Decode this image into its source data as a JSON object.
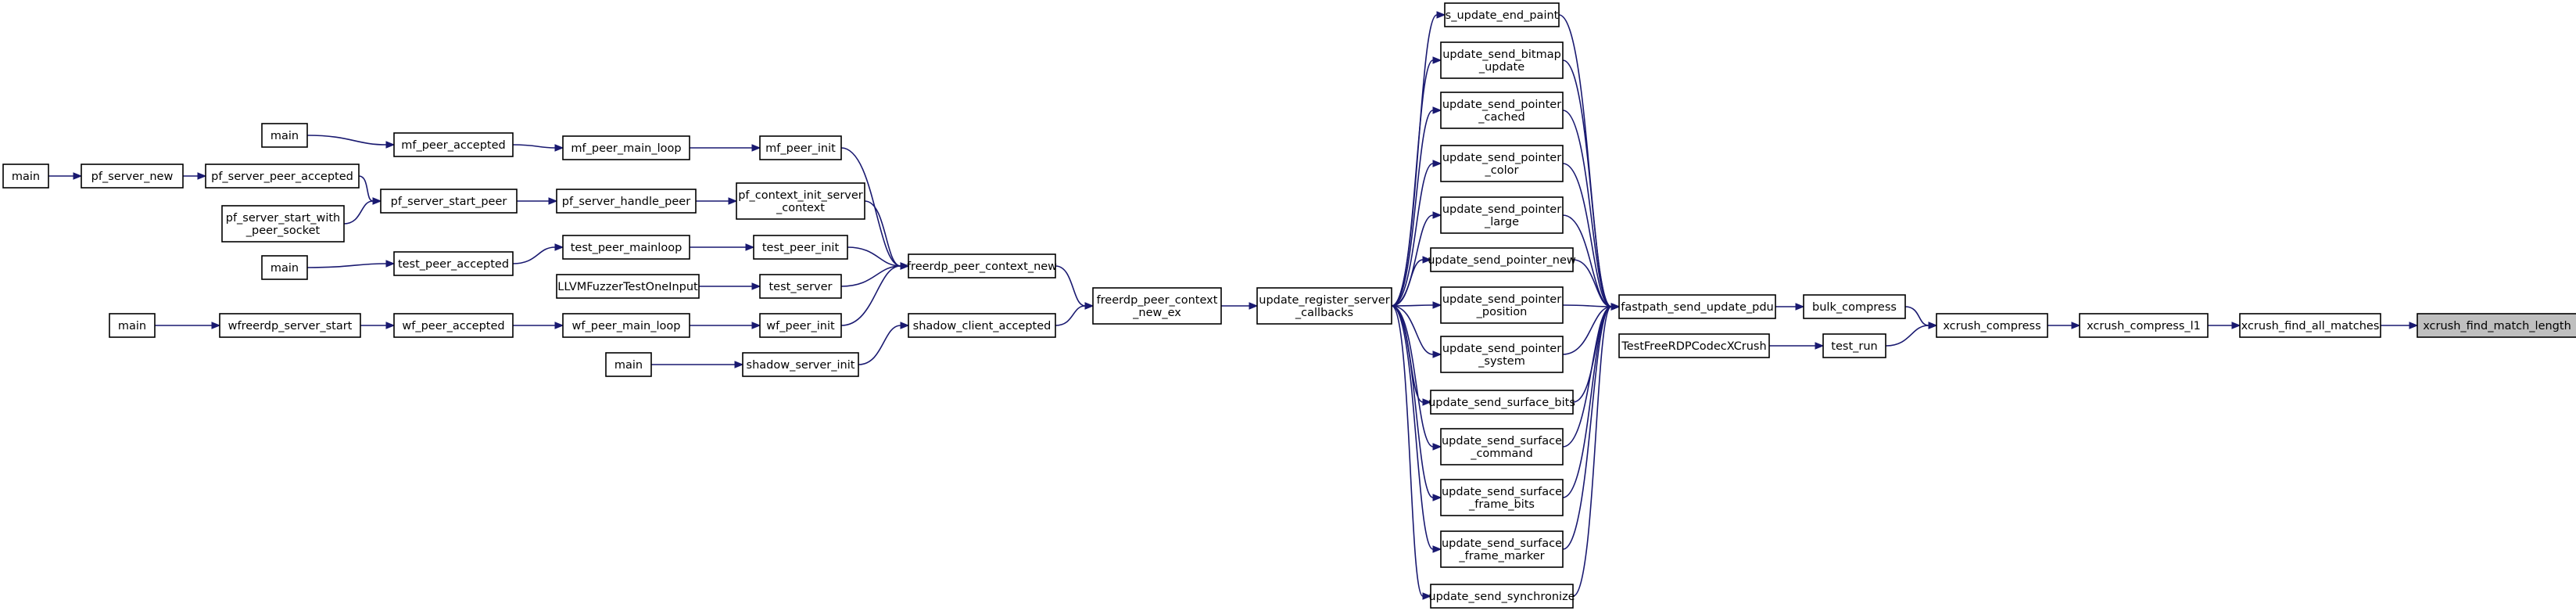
{
  "graph": {
    "nodes": [
      {
        "id": "xcrush_find_match_length",
        "lines": [
          "xcrush_find_match_length"
        ],
        "highlight": true
      },
      {
        "id": "xcrush_find_all_matches",
        "lines": [
          "xcrush_find_all_matches"
        ]
      },
      {
        "id": "xcrush_compress_l1",
        "lines": [
          "xcrush_compress_l1"
        ]
      },
      {
        "id": "xcrush_compress",
        "lines": [
          "xcrush_compress"
        ]
      },
      {
        "id": "bulk_compress",
        "lines": [
          "bulk_compress"
        ]
      },
      {
        "id": "test_run",
        "lines": [
          "test_run"
        ]
      },
      {
        "id": "TestFreeRDPCodecXCrush",
        "lines": [
          "TestFreeRDPCodecXCrush"
        ]
      },
      {
        "id": "fastpath_send_update_pdu",
        "lines": [
          "fastpath_send_update_pdu"
        ]
      },
      {
        "id": "s_update_end_paint",
        "lines": [
          "s_update_end_paint"
        ]
      },
      {
        "id": "update_send_bitmap_update",
        "lines": [
          "update_send_bitmap",
          "_update"
        ]
      },
      {
        "id": "update_send_pointer_cached",
        "lines": [
          "update_send_pointer",
          "_cached"
        ]
      },
      {
        "id": "update_send_pointer_color",
        "lines": [
          "update_send_pointer",
          "_color"
        ]
      },
      {
        "id": "update_send_pointer_large",
        "lines": [
          "update_send_pointer",
          "_large"
        ]
      },
      {
        "id": "update_send_pointer_new",
        "lines": [
          "update_send_pointer_new"
        ]
      },
      {
        "id": "update_send_pointer_position",
        "lines": [
          "update_send_pointer",
          "_position"
        ]
      },
      {
        "id": "update_send_pointer_system",
        "lines": [
          "update_send_pointer",
          "_system"
        ]
      },
      {
        "id": "update_send_surface_bits",
        "lines": [
          "update_send_surface_bits"
        ]
      },
      {
        "id": "update_send_surface_command",
        "lines": [
          "update_send_surface",
          "_command"
        ]
      },
      {
        "id": "update_send_surface_frame_bits",
        "lines": [
          "update_send_surface",
          "_frame_bits"
        ]
      },
      {
        "id": "update_send_surface_frame_marker",
        "lines": [
          "update_send_surface",
          "_frame_marker"
        ]
      },
      {
        "id": "update_send_synchronize",
        "lines": [
          "update_send_synchronize"
        ]
      },
      {
        "id": "update_register_server_callbacks",
        "lines": [
          "update_register_server",
          "_callbacks"
        ]
      },
      {
        "id": "freerdp_peer_context_new_ex",
        "lines": [
          "freerdp_peer_context",
          "_new_ex"
        ]
      },
      {
        "id": "freerdp_peer_context_new",
        "lines": [
          "freerdp_peer_context_new"
        ]
      },
      {
        "id": "shadow_client_accepted",
        "lines": [
          "shadow_client_accepted"
        ]
      },
      {
        "id": "shadow_server_init",
        "lines": [
          "shadow_server_init"
        ]
      },
      {
        "id": "main_shadow",
        "lines": [
          "main"
        ]
      },
      {
        "id": "mf_peer_init",
        "lines": [
          "mf_peer_init"
        ]
      },
      {
        "id": "mf_peer_main_loop",
        "lines": [
          "mf_peer_main_loop"
        ]
      },
      {
        "id": "mf_peer_accepted",
        "lines": [
          "mf_peer_accepted"
        ]
      },
      {
        "id": "main_mf",
        "lines": [
          "main"
        ]
      },
      {
        "id": "pf_context_init_server_context",
        "lines": [
          "pf_context_init_server",
          "_context"
        ]
      },
      {
        "id": "pf_server_handle_peer",
        "lines": [
          "pf_server_handle_peer"
        ]
      },
      {
        "id": "pf_server_start_peer",
        "lines": [
          "pf_server_start_peer"
        ]
      },
      {
        "id": "pf_server_peer_accepted",
        "lines": [
          "pf_server_peer_accepted"
        ]
      },
      {
        "id": "pf_server_new",
        "lines": [
          "pf_server_new"
        ]
      },
      {
        "id": "main_pf",
        "lines": [
          "main"
        ]
      },
      {
        "id": "pf_server_start_with_peer_socket",
        "lines": [
          "pf_server_start_with",
          "_peer_socket"
        ]
      },
      {
        "id": "test_peer_init",
        "lines": [
          "test_peer_init"
        ]
      },
      {
        "id": "test_peer_mainloop",
        "lines": [
          "test_peer_mainloop"
        ]
      },
      {
        "id": "test_peer_accepted",
        "lines": [
          "test_peer_accepted"
        ]
      },
      {
        "id": "main_test",
        "lines": [
          "main"
        ]
      },
      {
        "id": "test_server",
        "lines": [
          "test_server"
        ]
      },
      {
        "id": "LLVMFuzzerTestOneInput",
        "lines": [
          "LLVMFuzzerTestOneInput"
        ]
      },
      {
        "id": "wf_peer_init",
        "lines": [
          "wf_peer_init"
        ]
      },
      {
        "id": "wf_peer_main_loop",
        "lines": [
          "wf_peer_main_loop"
        ]
      },
      {
        "id": "wf_peer_accepted",
        "lines": [
          "wf_peer_accepted"
        ]
      },
      {
        "id": "wfreerdp_server_start",
        "lines": [
          "wfreerdp_server_start"
        ]
      },
      {
        "id": "main_wf",
        "lines": [
          "main"
        ]
      }
    ],
    "edges": [
      {
        "from": "xcrush_find_all_matches",
        "to": "xcrush_find_match_length"
      },
      {
        "from": "xcrush_compress_l1",
        "to": "xcrush_find_all_matches"
      },
      {
        "from": "xcrush_compress",
        "to": "xcrush_compress_l1"
      },
      {
        "from": "bulk_compress",
        "to": "xcrush_compress"
      },
      {
        "from": "test_run",
        "to": "xcrush_compress"
      },
      {
        "from": "TestFreeRDPCodecXCrush",
        "to": "test_run"
      },
      {
        "from": "fastpath_send_update_pdu",
        "to": "bulk_compress"
      },
      {
        "from": "s_update_end_paint",
        "to": "fastpath_send_update_pdu"
      },
      {
        "from": "update_send_bitmap_update",
        "to": "fastpath_send_update_pdu"
      },
      {
        "from": "update_send_pointer_cached",
        "to": "fastpath_send_update_pdu"
      },
      {
        "from": "update_send_pointer_color",
        "to": "fastpath_send_update_pdu"
      },
      {
        "from": "update_send_pointer_large",
        "to": "fastpath_send_update_pdu"
      },
      {
        "from": "update_send_pointer_new",
        "to": "fastpath_send_update_pdu"
      },
      {
        "from": "update_send_pointer_position",
        "to": "fastpath_send_update_pdu"
      },
      {
        "from": "update_send_pointer_system",
        "to": "fastpath_send_update_pdu"
      },
      {
        "from": "update_send_surface_bits",
        "to": "fastpath_send_update_pdu"
      },
      {
        "from": "update_send_surface_command",
        "to": "fastpath_send_update_pdu"
      },
      {
        "from": "update_send_surface_frame_bits",
        "to": "fastpath_send_update_pdu"
      },
      {
        "from": "update_send_surface_frame_marker",
        "to": "fastpath_send_update_pdu"
      },
      {
        "from": "update_send_synchronize",
        "to": "fastpath_send_update_pdu"
      },
      {
        "from": "update_register_server_callbacks",
        "to": "s_update_end_paint"
      },
      {
        "from": "update_register_server_callbacks",
        "to": "update_send_bitmap_update"
      },
      {
        "from": "update_register_server_callbacks",
        "to": "update_send_pointer_cached"
      },
      {
        "from": "update_register_server_callbacks",
        "to": "update_send_pointer_color"
      },
      {
        "from": "update_register_server_callbacks",
        "to": "update_send_pointer_large"
      },
      {
        "from": "update_register_server_callbacks",
        "to": "update_send_pointer_new"
      },
      {
        "from": "update_register_server_callbacks",
        "to": "update_send_pointer_position"
      },
      {
        "from": "update_register_server_callbacks",
        "to": "update_send_pointer_system"
      },
      {
        "from": "update_register_server_callbacks",
        "to": "update_send_surface_bits"
      },
      {
        "from": "update_register_server_callbacks",
        "to": "update_send_surface_command"
      },
      {
        "from": "update_register_server_callbacks",
        "to": "update_send_surface_frame_bits"
      },
      {
        "from": "update_register_server_callbacks",
        "to": "update_send_surface_frame_marker"
      },
      {
        "from": "update_register_server_callbacks",
        "to": "update_send_synchronize"
      },
      {
        "from": "freerdp_peer_context_new_ex",
        "to": "update_register_server_callbacks"
      },
      {
        "from": "freerdp_peer_context_new",
        "to": "freerdp_peer_context_new_ex"
      },
      {
        "from": "shadow_client_accepted",
        "to": "freerdp_peer_context_new_ex"
      },
      {
        "from": "shadow_server_init",
        "to": "shadow_client_accepted"
      },
      {
        "from": "main_shadow",
        "to": "shadow_server_init"
      },
      {
        "from": "mf_peer_init",
        "to": "freerdp_peer_context_new"
      },
      {
        "from": "mf_peer_main_loop",
        "to": "mf_peer_init"
      },
      {
        "from": "mf_peer_accepted",
        "to": "mf_peer_main_loop"
      },
      {
        "from": "main_mf",
        "to": "mf_peer_accepted"
      },
      {
        "from": "pf_context_init_server_context",
        "to": "freerdp_peer_context_new"
      },
      {
        "from": "pf_server_handle_peer",
        "to": "pf_context_init_server_context"
      },
      {
        "from": "pf_server_start_peer",
        "to": "pf_server_handle_peer"
      },
      {
        "from": "pf_server_peer_accepted",
        "to": "pf_server_start_peer"
      },
      {
        "from": "pf_server_start_with_peer_socket",
        "to": "pf_server_start_peer"
      },
      {
        "from": "pf_server_new",
        "to": "pf_server_peer_accepted"
      },
      {
        "from": "main_pf",
        "to": "pf_server_new"
      },
      {
        "from": "test_peer_init",
        "to": "freerdp_peer_context_new"
      },
      {
        "from": "test_peer_mainloop",
        "to": "test_peer_init"
      },
      {
        "from": "test_peer_accepted",
        "to": "test_peer_mainloop"
      },
      {
        "from": "main_test",
        "to": "test_peer_accepted"
      },
      {
        "from": "test_server",
        "to": "freerdp_peer_context_new"
      },
      {
        "from": "LLVMFuzzerTestOneInput",
        "to": "test_server"
      },
      {
        "from": "wf_peer_init",
        "to": "freerdp_peer_context_new"
      },
      {
        "from": "wf_peer_main_loop",
        "to": "wf_peer_init"
      },
      {
        "from": "wf_peer_accepted",
        "to": "wf_peer_main_loop"
      },
      {
        "from": "wfreerdp_server_start",
        "to": "wf_peer_accepted"
      },
      {
        "from": "main_wf",
        "to": "wfreerdp_server_start"
      }
    ]
  }
}
